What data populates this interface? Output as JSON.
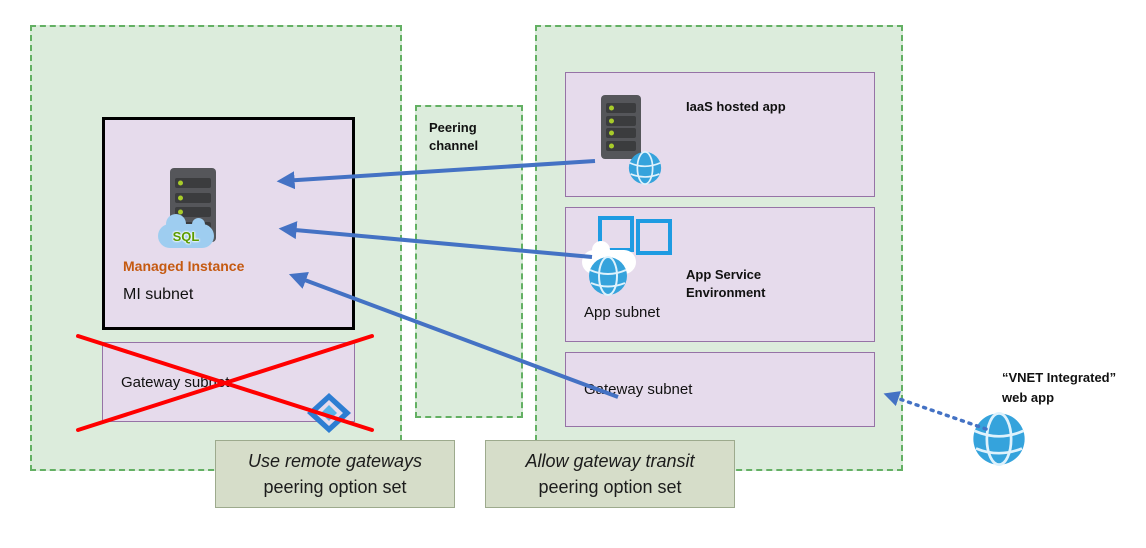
{
  "peering_channel_label": "Peering channel",
  "left_vnet": {
    "mi_subnet": {
      "managed_instance_label": "Managed Instance",
      "subnet_label": "MI subnet",
      "sql_badge": "SQL"
    },
    "gateway_subnet_label": "Gateway subnet"
  },
  "right_vnet": {
    "iaas_label": "IaaS hosted app",
    "app_service_environment_label": "App Service Environment",
    "app_subnet_label": "App subnet",
    "gateway_subnet_label": "Gateway subnet"
  },
  "web_app": {
    "line1": "“VNET Integrated”",
    "line2": "web app"
  },
  "captions": {
    "use_remote_gateways": {
      "line1": "Use remote gateways",
      "line2": "peering option set"
    },
    "allow_gateway_transit": {
      "line1": "Allow gateway transit",
      "line2": "peering option set"
    }
  },
  "colors": {
    "vnet_bg": "#dcecdc",
    "vnet_border": "#63b063",
    "subnet_bg": "#e6dbec",
    "subnet_border": "#9673a6",
    "mi_border": "#000000",
    "arrow_blue": "#4472c4",
    "cross_red": "#ff0000",
    "managed_instance_text": "#c55a11",
    "caption_bg": "#d6ddc9",
    "azure_blue": "#1e9be2",
    "sql_green": "#5b9b00"
  }
}
